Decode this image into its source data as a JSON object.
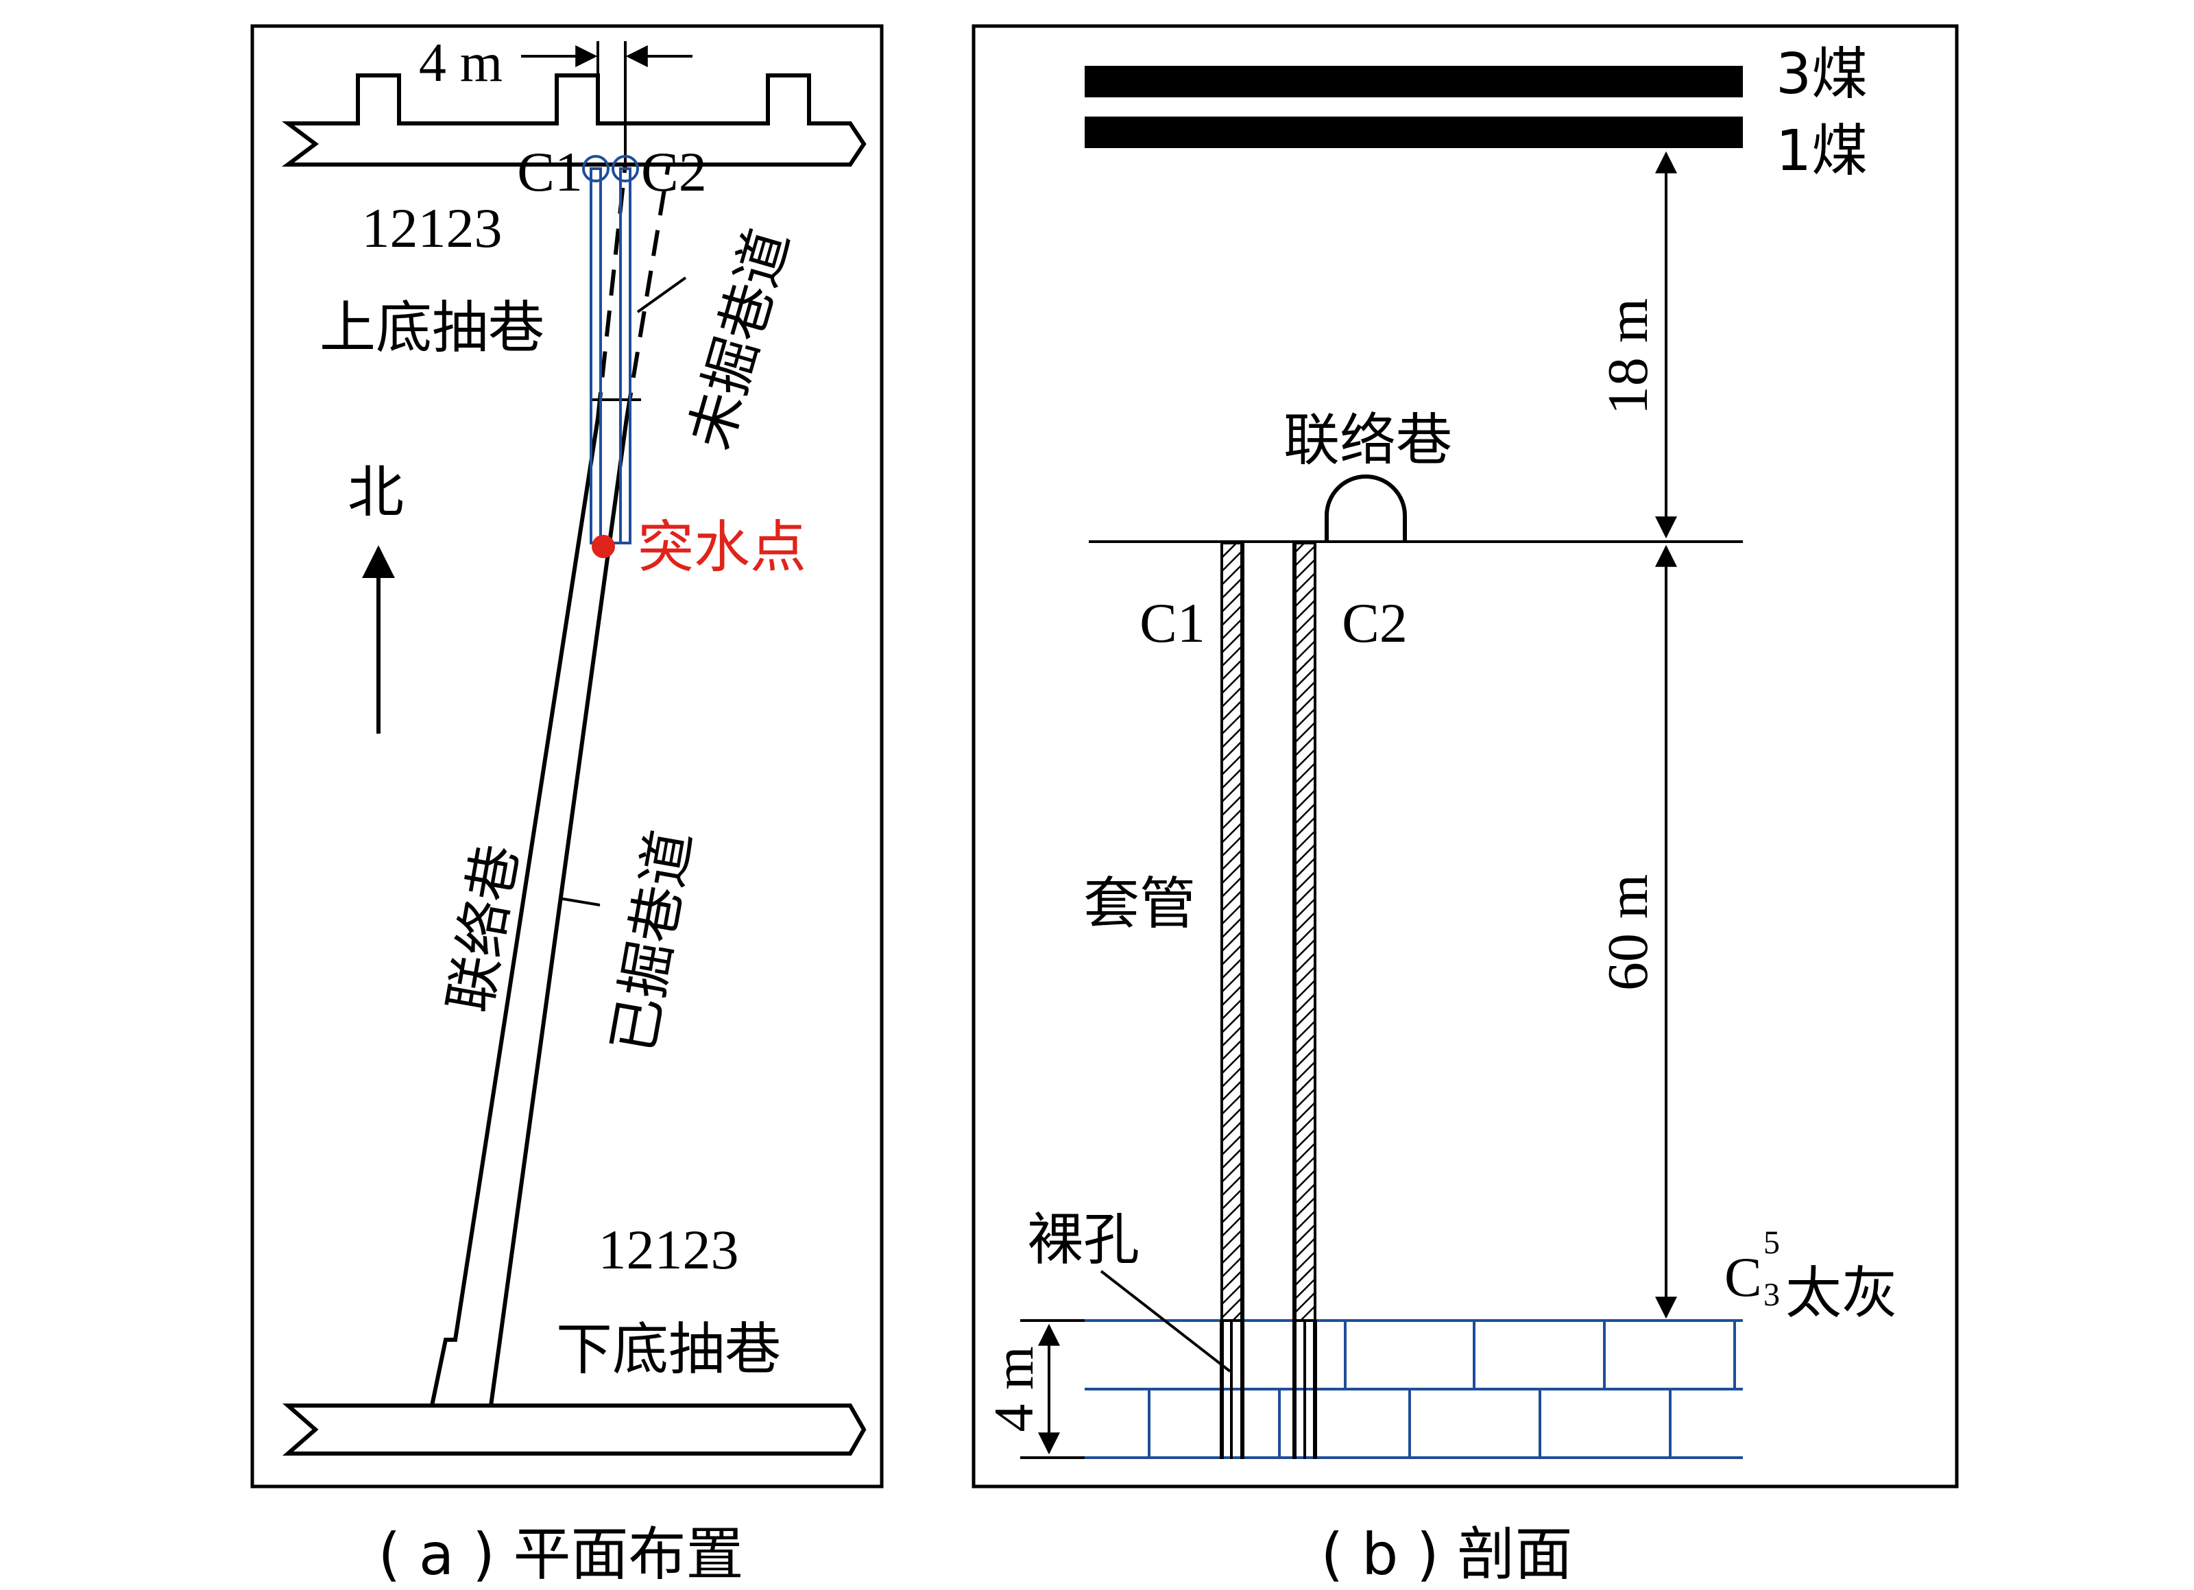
{
  "panel_a": {
    "dim_4m": "4 m",
    "c1": "C1",
    "c2": "C2",
    "upper_id": "12123",
    "upper_name": "上底抽巷",
    "unexcavated": "未掘巷道",
    "north": "北",
    "inrush": "突水点",
    "liaison": "联络巷",
    "excavated": "已掘巷道",
    "lower_id": "12123",
    "lower_name": "下底抽巷",
    "caption": "( a ) 平面布置"
  },
  "panel_b": {
    "coal3": "3煤",
    "coal1": "1煤",
    "dim_18m": "18 m",
    "liaison": "联络巷",
    "c1": "C1",
    "c2": "C2",
    "casing": "套管",
    "dim_60m": "60 m",
    "open_hole": "裸孔",
    "lime_base": "C",
    "lime_sup": "5",
    "lime_sub": "3",
    "lime_name": "太灰",
    "dim_4m": "4 m",
    "caption": "( b ) 剖面"
  },
  "colors": {
    "ink": "#000000",
    "blue": "#1f4e9a",
    "red": "#e0231b"
  }
}
